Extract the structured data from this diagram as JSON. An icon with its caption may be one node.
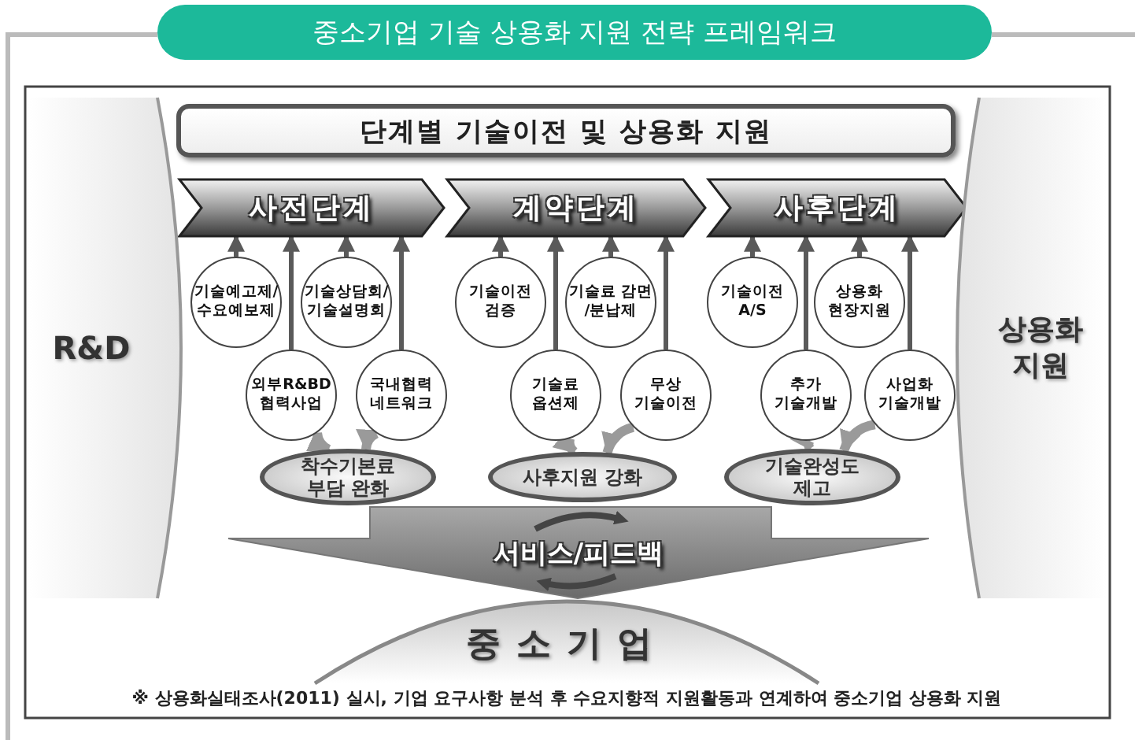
{
  "diagram": {
    "title": "중소기업 기술 상용화 지원 전략 프레임워크",
    "caption": "※ 상용화실태조사(2011) 실시, 기업 요구사항 분석 후 수요지향적 지원활동과 연계하여 중소기업 상용화 지원",
    "nodes": [
      {
        "text": [
          "단계별 기술이전 및 상용화 지원"
        ]
      },
      {
        "text": [
          "사전단계"
        ]
      },
      {
        "text": [
          "계약단계"
        ]
      },
      {
        "text": [
          "사후단계"
        ]
      },
      {
        "text": [
          "기술예고제/ 수요예보제"
        ]
      },
      {
        "text": [
          "기술상담회/ 기술설명회"
        ]
      },
      {
        "text": [
          "외부R&BD 협력사업"
        ]
      },
      {
        "text": [
          "국내협력 네트워크"
        ]
      },
      {
        "text": [
          "기술이전 검증"
        ]
      },
      {
        "text": [
          "기술료 감면 /분납제"
        ]
      },
      {
        "text": [
          "기술료 옵션제"
        ]
      },
      {
        "text": [
          "무상 기술이전"
        ]
      },
      {
        "text": [
          "기술이전 A/S"
        ]
      },
      {
        "text": [
          "상용화 현장지원"
        ]
      },
      {
        "text": [
          "추가 기술개발"
        ]
      },
      {
        "text": [
          "사업화 기술개발"
        ]
      },
      {
        "text": [
          "착수기본료 부담 완화"
        ]
      },
      {
        "text": [
          "사후지원 강화"
        ]
      },
      {
        "text": [
          "기술완성도 제고"
        ]
      },
      {
        "text": [
          "R&D"
        ]
      },
      {
        "text": [
          "상용화 지원"
        ]
      },
      {
        "text": [
          "서비스/피드백"
        ]
      },
      {
        "text": [
          "중소기업"
        ]
      }
    ],
    "edges": [
      {
        "from": 4,
        "to": 1,
        "arrow": "to"
      },
      {
        "from": 5,
        "to": 1,
        "arrow": "to"
      },
      {
        "from": 6,
        "to": 1,
        "arrow": "to"
      },
      {
        "from": 7,
        "to": 1,
        "arrow": "to"
      },
      {
        "from": 8,
        "to": 2,
        "arrow": "to"
      },
      {
        "from": 9,
        "to": 2,
        "arrow": "to"
      },
      {
        "from": 10,
        "to": 2,
        "arrow": "to"
      },
      {
        "from": 11,
        "to": 2,
        "arrow": "to"
      },
      {
        "from": 12,
        "to": 3,
        "arrow": "to"
      },
      {
        "from": 13,
        "to": 3,
        "arrow": "to"
      },
      {
        "from": 14,
        "to": 3,
        "arrow": "to"
      },
      {
        "from": 15,
        "to": 3,
        "arrow": "to"
      },
      {
        "from": 6,
        "to": 16,
        "arrow": "to",
        "style": "thick",
        "color": "#9a9a9a"
      },
      {
        "from": 7,
        "to": 16,
        "arrow": "to",
        "style": "thick",
        "color": "#9a9a9a"
      },
      {
        "from": 10,
        "to": 17,
        "arrow": "to",
        "style": "thick",
        "color": "#9a9a9a"
      },
      {
        "from": 11,
        "to": 17,
        "arrow": "to",
        "style": "thick",
        "color": "#9a9a9a"
      },
      {
        "from": 14,
        "to": 18,
        "arrow": "to",
        "style": "thick",
        "color": "#9a9a9a"
      },
      {
        "from": 15,
        "to": 18,
        "arrow": "to",
        "style": "thick",
        "color": "#9a9a9a"
      }
    ]
  }
}
